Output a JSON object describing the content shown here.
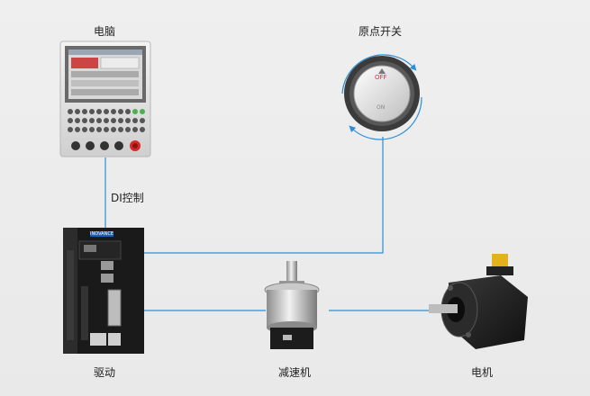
{
  "labels": {
    "computer": "电脑",
    "origin_switch": "原点开关",
    "di_control": "DI控制",
    "drive": "驱动",
    "reducer": "减速机",
    "motor": "电机"
  },
  "switch_text": {
    "off": "OFF",
    "on": "ON"
  },
  "drive_brand": "INOVANCE",
  "colors": {
    "connector_line": "#2a8fd6",
    "off_text": "#e03030"
  }
}
